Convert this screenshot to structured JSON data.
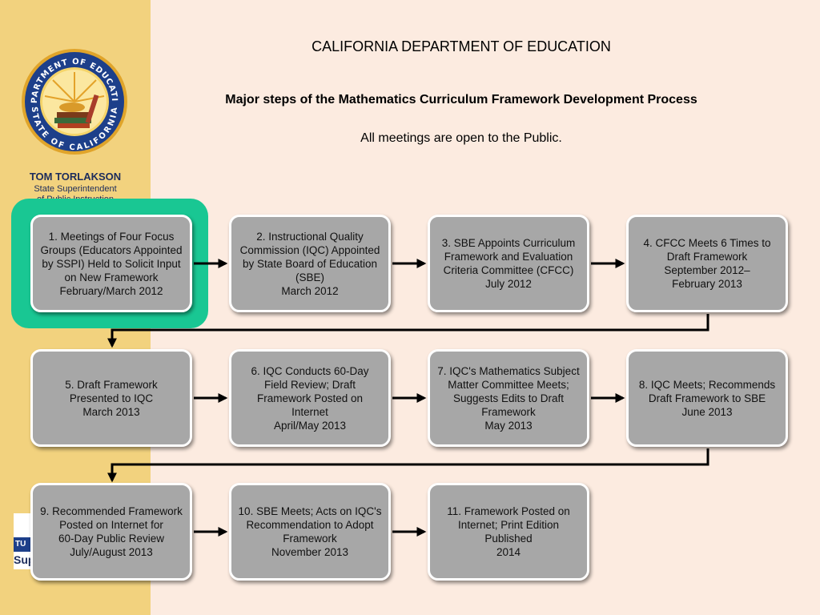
{
  "header": {
    "title": "CALIFORNIA DEPARTMENT OF EDUCATION",
    "subtitle": "Major steps of the Mathematics Curriculum Framework Development Process",
    "note": "All meetings are open to the Public."
  },
  "sidebar": {
    "seal_text_top": "DEPARTMENT OF EDUCATION",
    "seal_text_bottom": "STATE OF CALIFORNIA",
    "superintendent_name": "TOM TORLAKSON",
    "superintendent_title": "State Superintendent",
    "superintendent_office": "of Public Instruction",
    "logo_text_1": "TU",
    "logo_text_2": "Sup"
  },
  "steps": [
    {
      "text": "1. Meetings of Four Focus Groups (Educators Appointed by SSPI) Held to Solicit Input on New Framework\nFebruary/March 2012",
      "highlighted": true
    },
    {
      "text": "2. Instructional Quality Commission (IQC) Appointed by State Board of Education (SBE)\nMarch 2012"
    },
    {
      "text": "3. SBE Appoints Curriculum Framework and Evaluation Criteria Committee (CFCC)\nJuly 2012"
    },
    {
      "text": "4. CFCC Meets 6 Times to Draft Framework\nSeptember 2012–\nFebruary 2013"
    },
    {
      "text": "5. Draft Framework Presented to IQC\nMarch 2013"
    },
    {
      "text": "6. IQC Conducts 60-Day Field Review; Draft Framework Posted on Internet\nApril/May 2013"
    },
    {
      "text": "7. IQC's Mathematics Subject Matter Committee Meets; Suggests Edits to Draft Framework\nMay 2013"
    },
    {
      "text": "8. IQC Meets; Recommends Draft Framework to SBE\nJune 2013"
    },
    {
      "text": "9. Recommended Framework Posted on Internet for\n60-Day Public Review\nJuly/August 2013"
    },
    {
      "text": "10. SBE Meets; Acts on IQC's Recommendation to Adopt Framework\nNovember 2013"
    },
    {
      "text": "11. Framework Posted on Internet; Print Edition Published\n2014"
    }
  ],
  "colors": {
    "background": "#fcebe0",
    "sidebar": "#f2d27e",
    "highlight": "#19c793",
    "step_fill": "#a7a7a7",
    "seal_blue": "#1d3f8a"
  },
  "icons": {
    "seal": "state-education-seal-icon",
    "arrow": "right-arrow-icon"
  }
}
